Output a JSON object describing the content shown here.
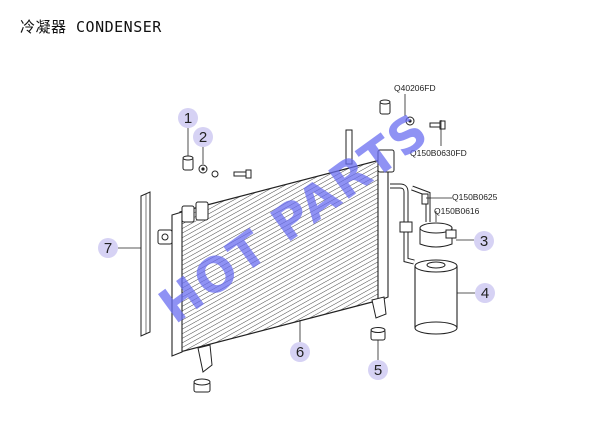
{
  "title": "冷凝器 CONDENSER",
  "watermark": "HOT PARTS",
  "colors": {
    "callout_fill": "#d6d2f4",
    "watermark": "#6a6ef0",
    "line": "#222222"
  },
  "callouts": [
    "1",
    "2",
    "3",
    "4",
    "5",
    "6",
    "7"
  ],
  "part_codes": [
    "Q40206FD",
    "Q150B0630FD",
    "Q150B0625",
    "Q150B0616"
  ]
}
